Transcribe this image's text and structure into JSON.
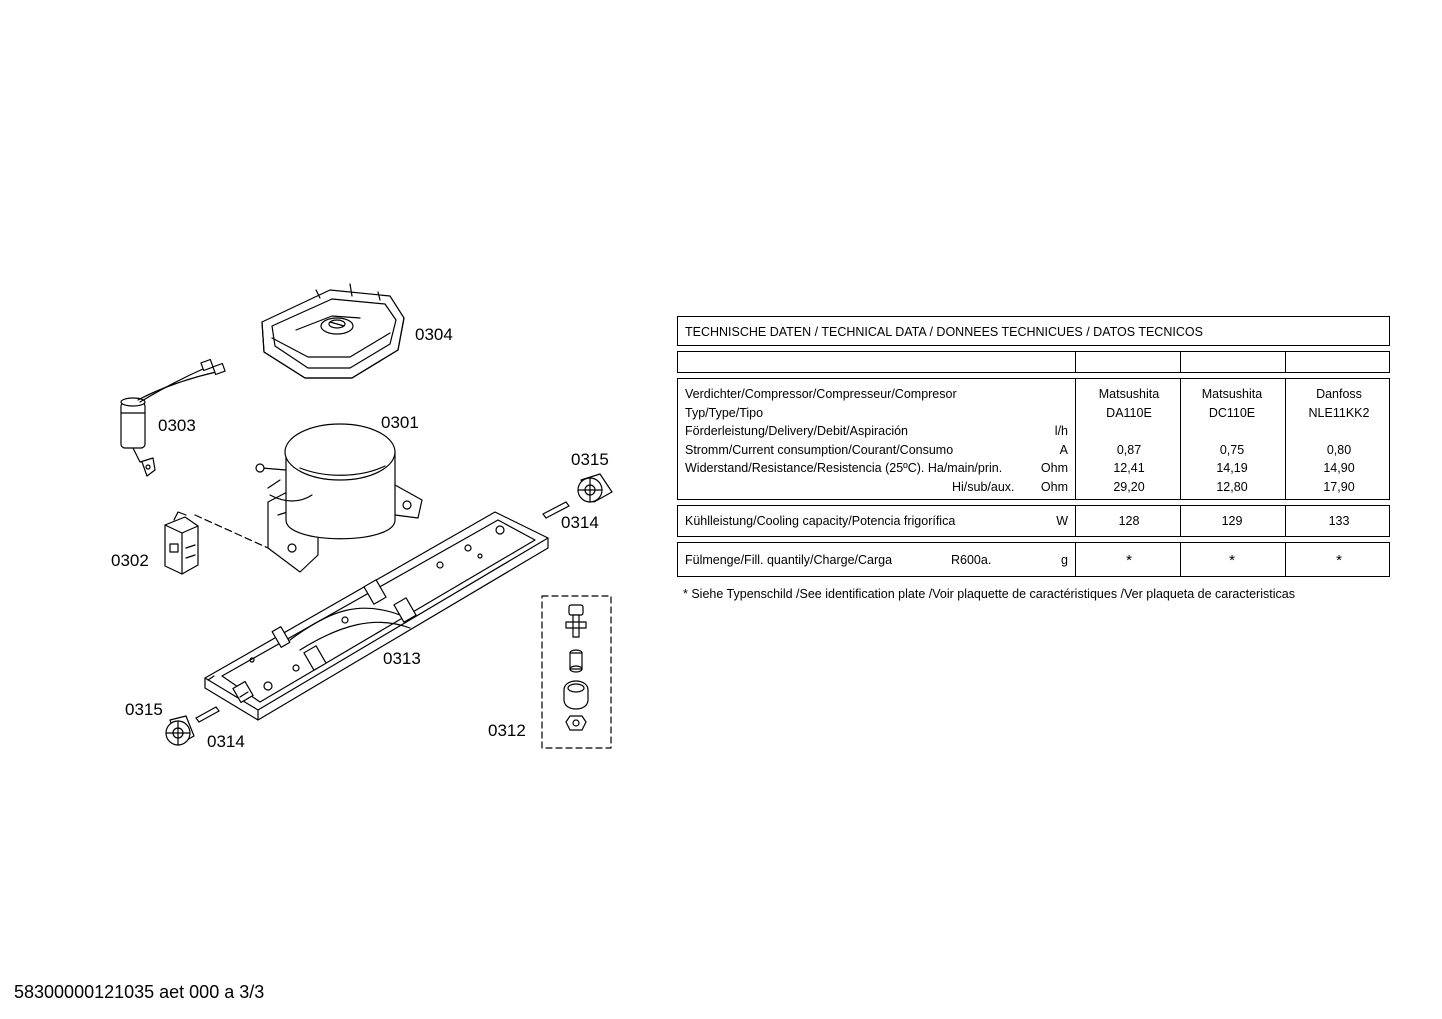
{
  "parts": {
    "p0304": "0304",
    "p0303": "0303",
    "p0301": "0301",
    "p0315a": "0315",
    "p0314a": "0314",
    "p0302": "0302",
    "p0313": "0313",
    "p0315b": "0315",
    "p0314b": "0314",
    "p0312": "0312"
  },
  "table": {
    "title": "TECHNISCHE DATEN / TECHNICAL DATA / DONNEES TECHNICUES / DATOS TECNICOS",
    "rows": {
      "compressor": "Verdichter/Compressor/Compresseur/Compresor",
      "type": "Typ/Type/Tipo",
      "delivery": "Förderleistung/Delivery/Debit/Aspiración",
      "delivery_unit": "l/h",
      "current": "Stromm/Current consumption/Courant/Consumo",
      "current_unit": "A",
      "resistance": "Widerstand/Resistance/Resistencia (25ºC).  Ha/main/prin.",
      "resistance_unit": "Ohm",
      "resistance_aux": "Hi/sub/aux.",
      "resistance_aux_unit": "Ohm",
      "cooling": "Kühlleistung/Cooling capacity/Potencia frigorífica",
      "cooling_unit": "W",
      "fill": "Fülmenge/Fill. quantily/Charge/Carga",
      "fill_refrigerant": "R600a.",
      "fill_unit": "g"
    },
    "columns": [
      {
        "maker": "Matsushita",
        "model": "DA110E",
        "current": "0,87",
        "res_main": "12,41",
        "res_aux": "29,20",
        "cooling": "128",
        "fill": "*"
      },
      {
        "maker": "Matsushita",
        "model": "DC110E",
        "current": "0,75",
        "res_main": "14,19",
        "res_aux": "12,80",
        "cooling": "129",
        "fill": "*"
      },
      {
        "maker": "Danfoss",
        "model": "NLE11KK2",
        "current": "0,80",
        "res_main": "14,90",
        "res_aux": "17,90",
        "cooling": "133",
        "fill": "*"
      }
    ],
    "footnote": "*  Siehe Typenschild /See identification plate /Voir plaquette de caractéristiques /Ver plaqueta de caracteristicas"
  },
  "footer": {
    "code": "58300000121035 aet 000 a 3/3"
  }
}
